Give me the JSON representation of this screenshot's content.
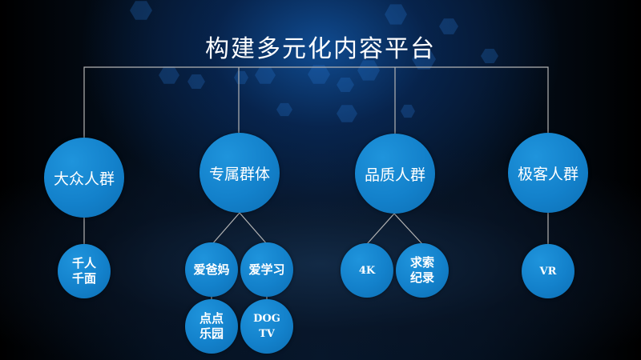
{
  "title": "构建多元化内容平台",
  "colors": {
    "node_fill": "#1381cb",
    "connector": "#b4b4b4",
    "text": "#ffffff",
    "background": "#06172c"
  },
  "categories": [
    {
      "label": "大众人群",
      "children": [
        {
          "label": "千人\n千面"
        }
      ]
    },
    {
      "label": "专属群体",
      "children": [
        {
          "label": "爱爸妈"
        },
        {
          "label": "爱学习"
        },
        {
          "label": "点点\n乐园"
        },
        {
          "label": "DOG\nTV"
        }
      ]
    },
    {
      "label": "品质人群",
      "children": [
        {
          "label": "4K"
        },
        {
          "label": "求索\n纪录"
        }
      ]
    },
    {
      "label": "极客人群",
      "children": [
        {
          "label": "VR"
        }
      ]
    }
  ]
}
